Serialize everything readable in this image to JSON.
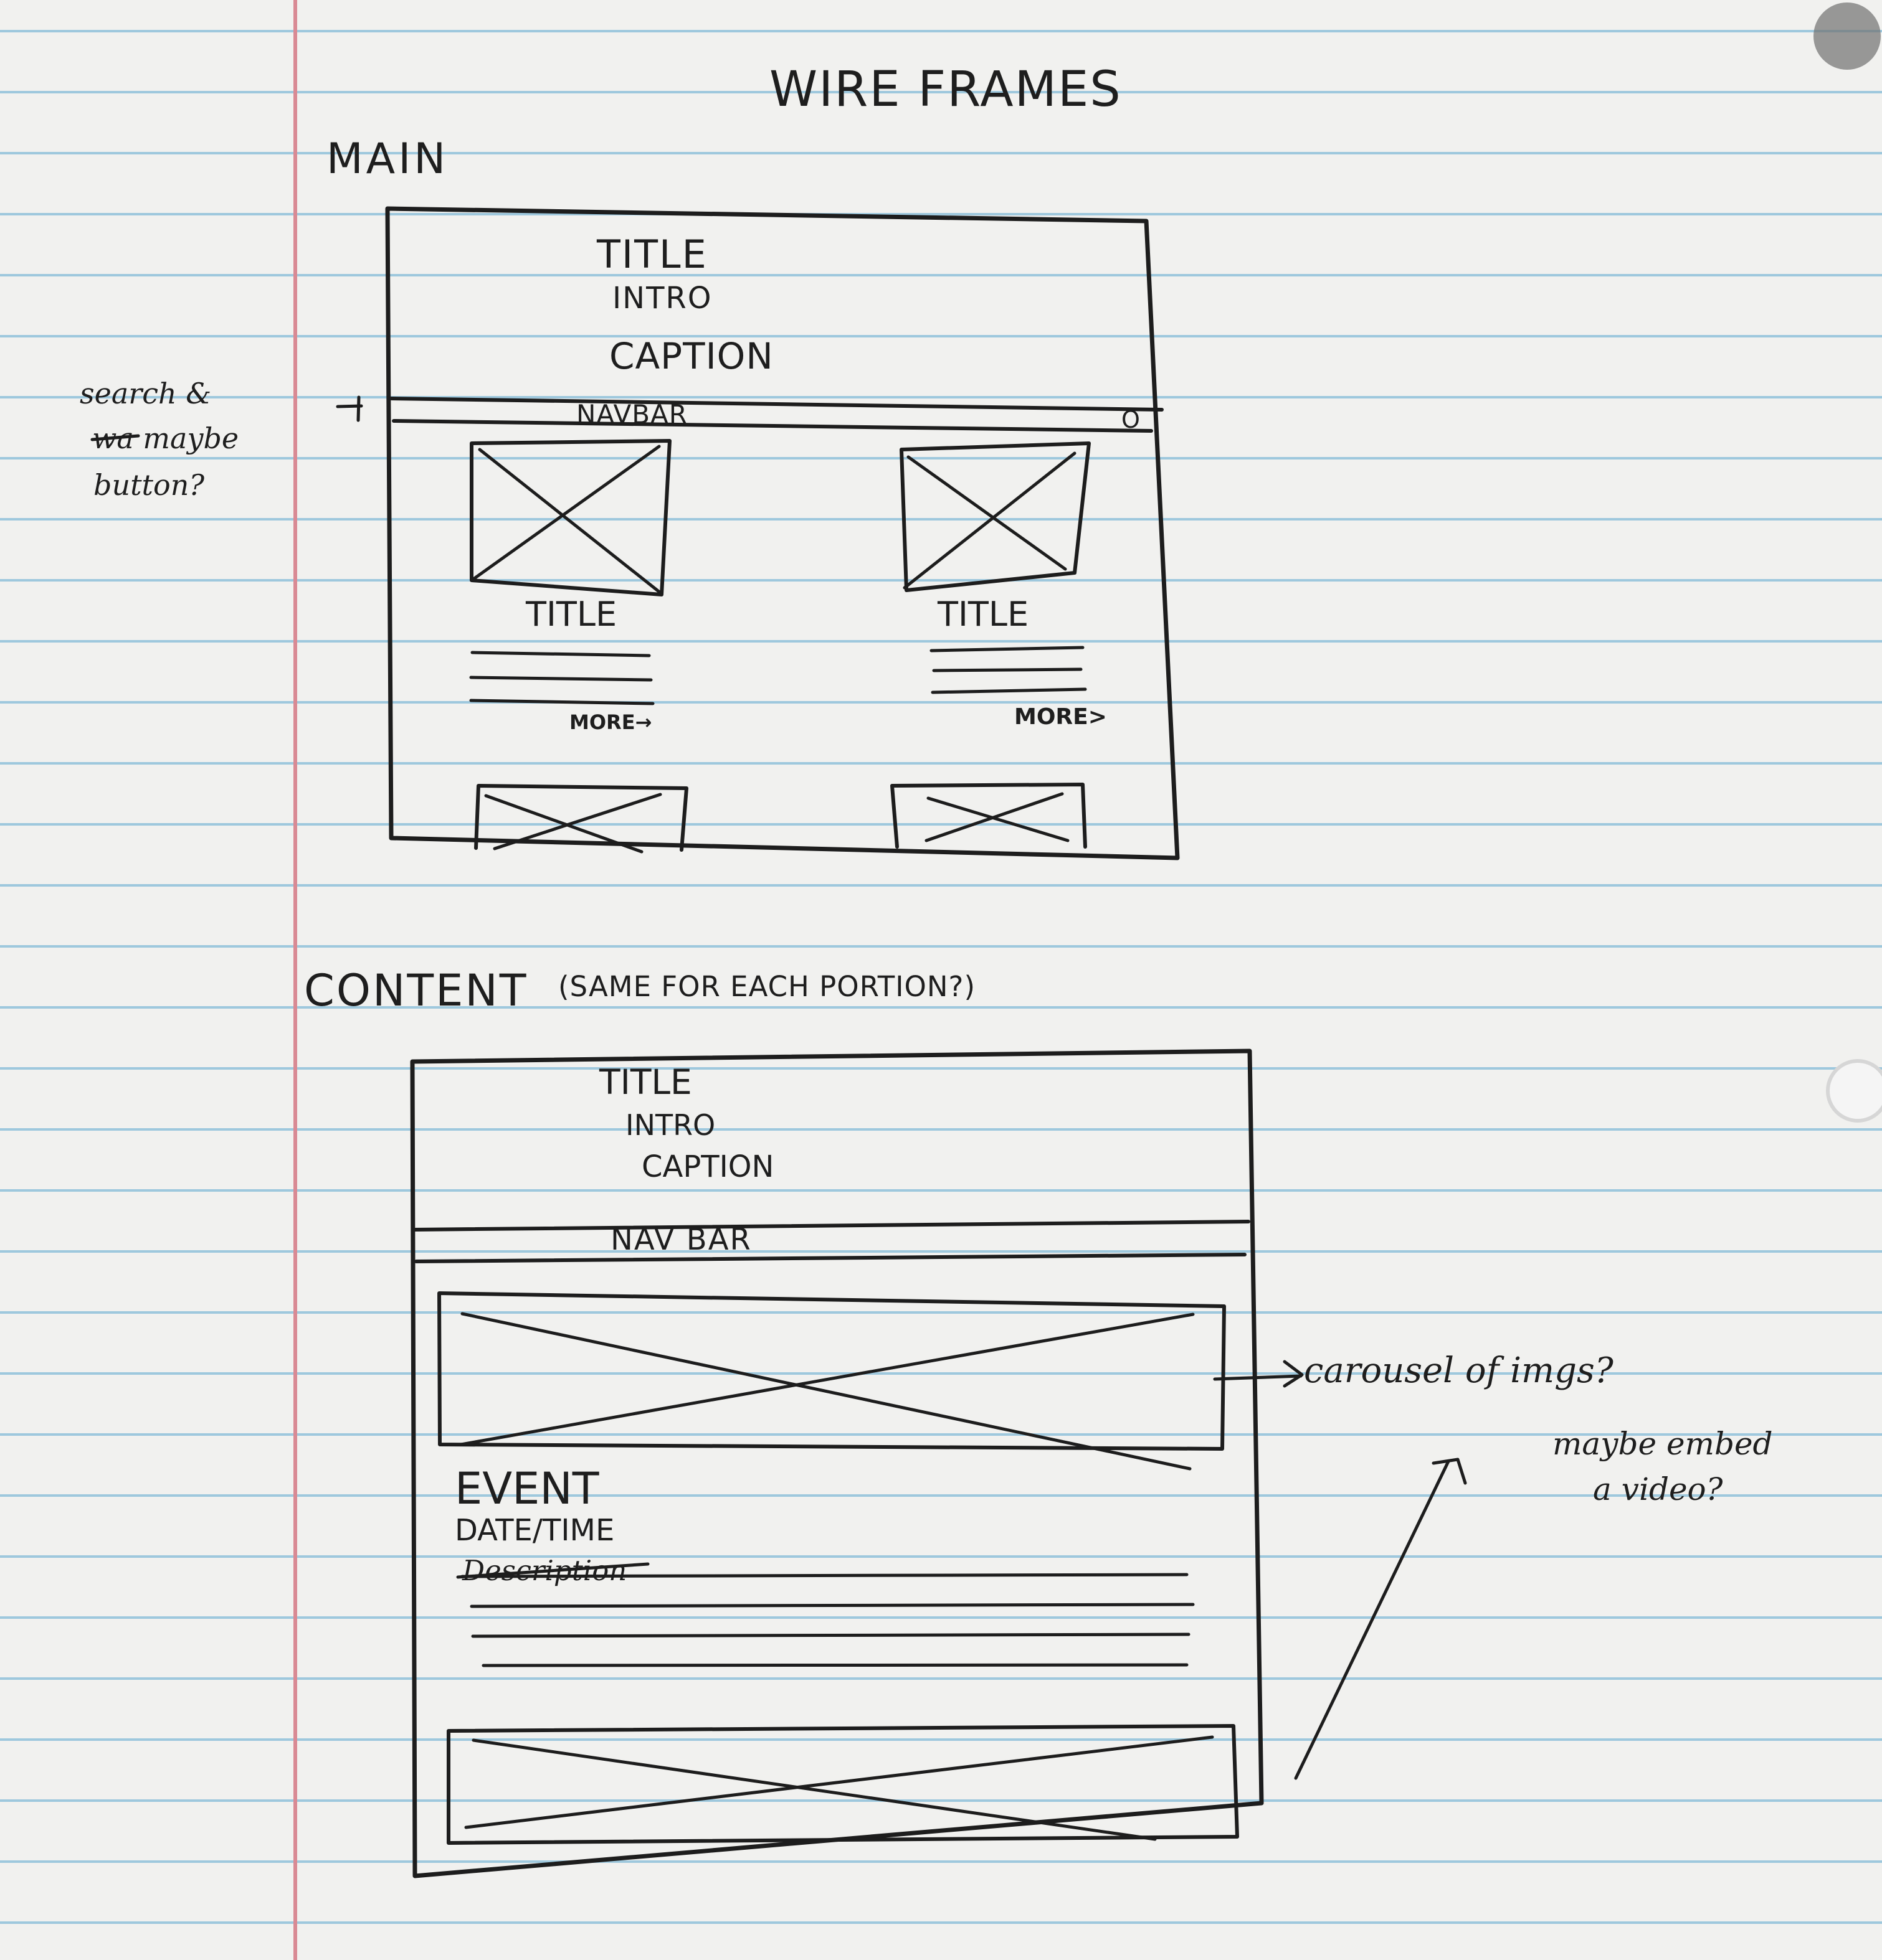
{
  "page": {
    "title": "WIRE FRAMES",
    "sections": [
      {
        "name": "MAIN",
        "header_lines": [
          "TITLE",
          "INTRO",
          "CAPTION"
        ],
        "navbar": "NAVBAR",
        "search_symbol": "O",
        "cards": [
          {
            "title": "TITLE",
            "more": "MORE→"
          },
          {
            "title": "TITLE",
            "more": "MORE>"
          }
        ]
      },
      {
        "name": "CONTENT",
        "subtitle": "(SAME FOR EACH PORTION?)",
        "header_lines": [
          "TITLE",
          "INTRO",
          "CAPTION"
        ],
        "navbar": "NAV BAR",
        "event": "EVENT",
        "datetime": "DATE/TIME",
        "description": "Description"
      }
    ],
    "notes": [
      {
        "text": "search & maybe button?",
        "lines": [
          "search &",
          "wa maybe",
          "button?"
        ]
      },
      {
        "text": "carousel of imgs?"
      },
      {
        "text": "maybe embed a video?",
        "lines": [
          "maybe embed",
          "a video?"
        ]
      }
    ]
  },
  "icons": {
    "image_placeholder": "x-box-icon",
    "arrow": "arrow-icon",
    "search": "search-icon"
  }
}
